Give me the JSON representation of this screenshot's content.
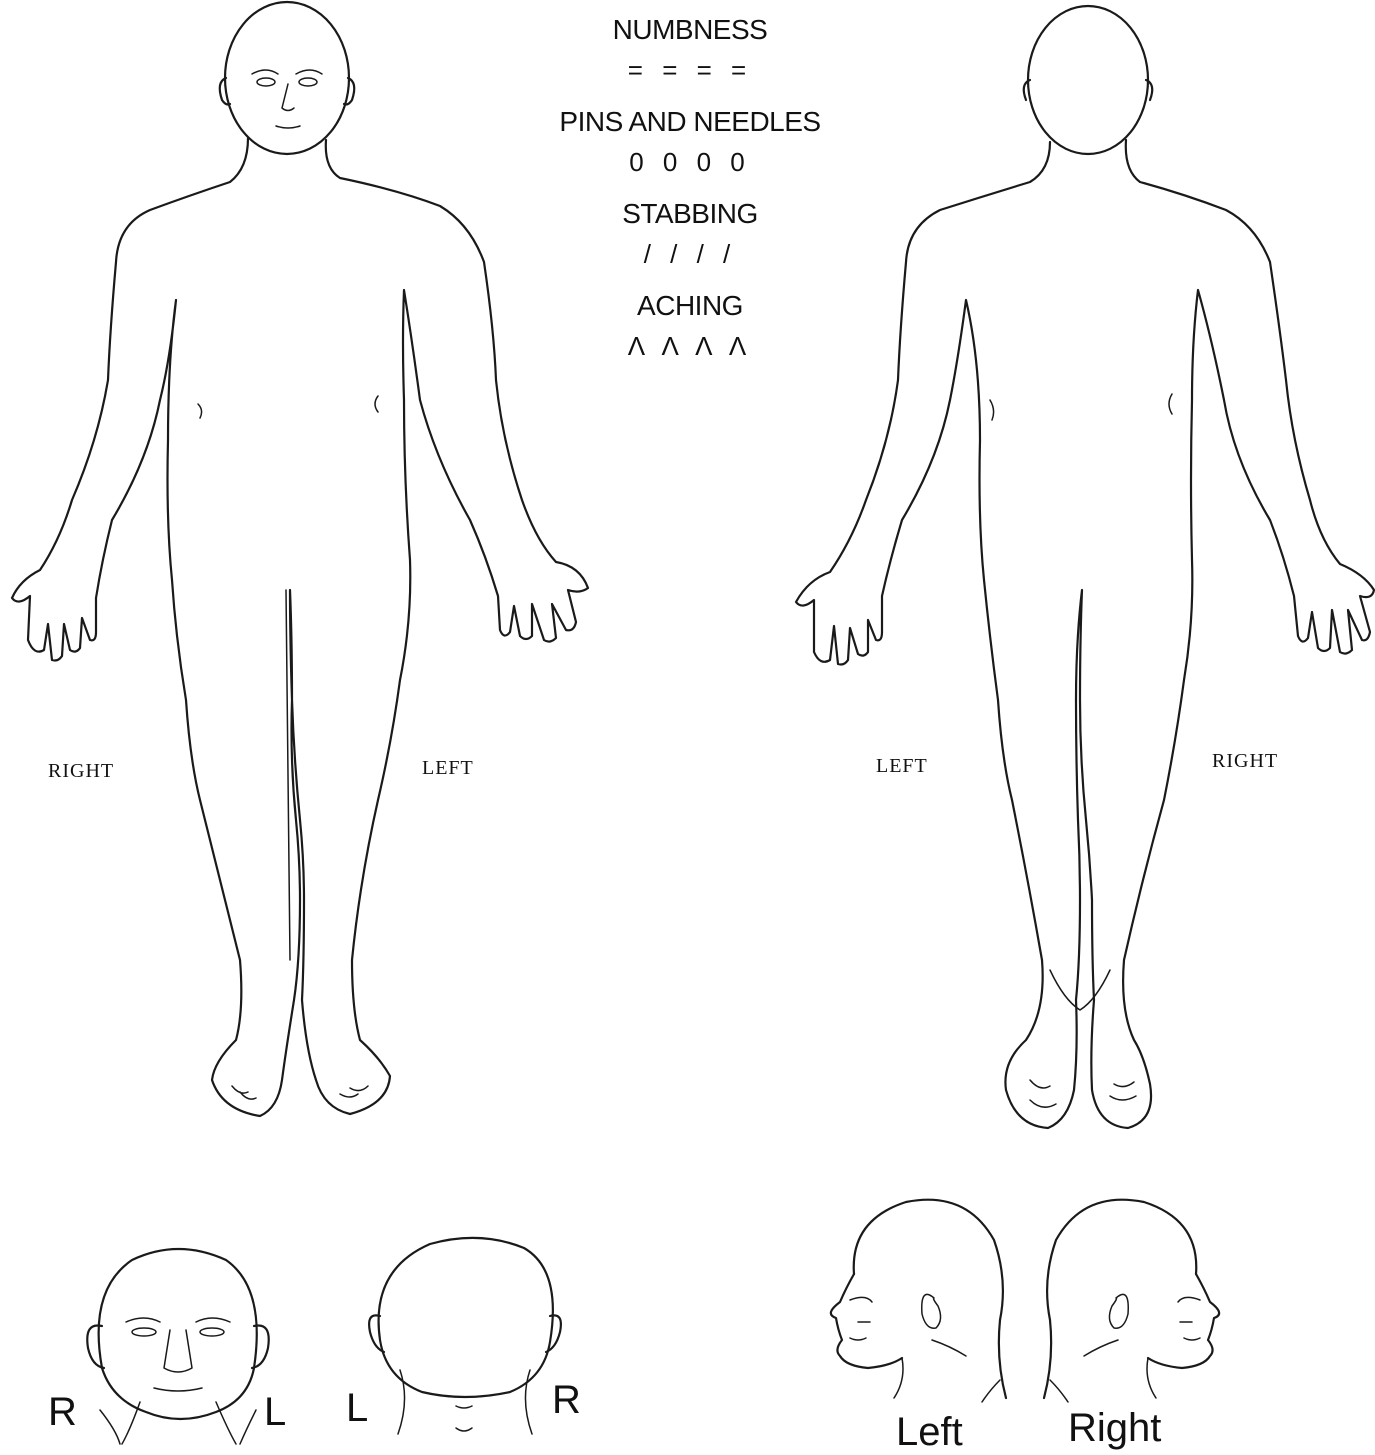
{
  "legend": [
    {
      "label": "NUMBNESS",
      "symbol": "= = = ="
    },
    {
      "label": "PINS AND NEEDLES",
      "symbol": "0 0 0 0"
    },
    {
      "label": "STABBING",
      "symbol": "/ / / /"
    },
    {
      "label": "ACHING",
      "symbol": "Λ Λ Λ Λ"
    }
  ],
  "front_body": {
    "right_label": "RIGHT",
    "left_label": "LEFT"
  },
  "back_body": {
    "left_label": "LEFT",
    "right_label": "RIGHT"
  },
  "front_head": {
    "right_label": "R",
    "left_label": "L"
  },
  "back_head": {
    "left_label": "L",
    "right_label": "R"
  },
  "profile_heads": {
    "left_label": "Left",
    "right_label": "Right"
  }
}
